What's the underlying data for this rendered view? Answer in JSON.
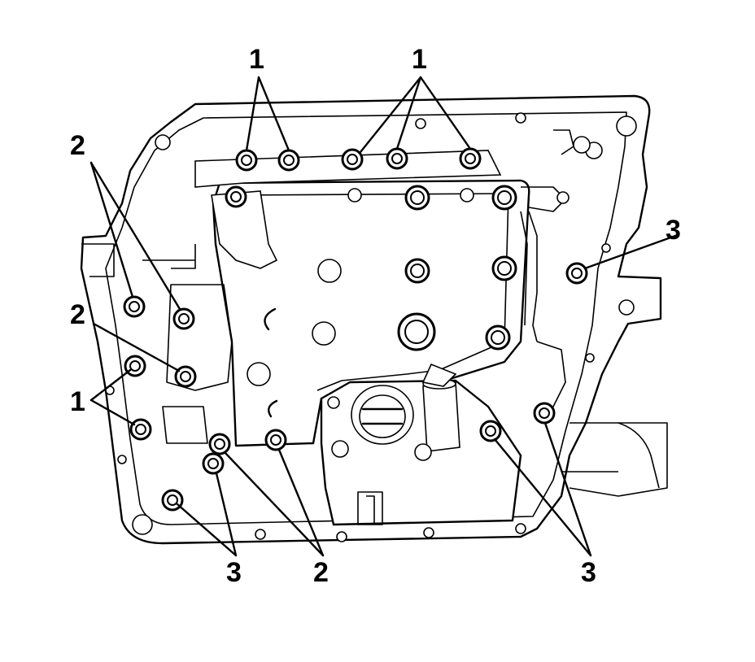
{
  "figure": {
    "callouts": [
      {
        "id": "c1a",
        "text": "1"
      },
      {
        "id": "c1b",
        "text": "1"
      },
      {
        "id": "c2a",
        "text": "2"
      },
      {
        "id": "c2b",
        "text": "2"
      },
      {
        "id": "c1c",
        "text": "1"
      },
      {
        "id": "c3a",
        "text": "3"
      },
      {
        "id": "c3b",
        "text": "3"
      },
      {
        "id": "c2c",
        "text": "2"
      },
      {
        "id": "c3c",
        "text": "3"
      }
    ]
  }
}
